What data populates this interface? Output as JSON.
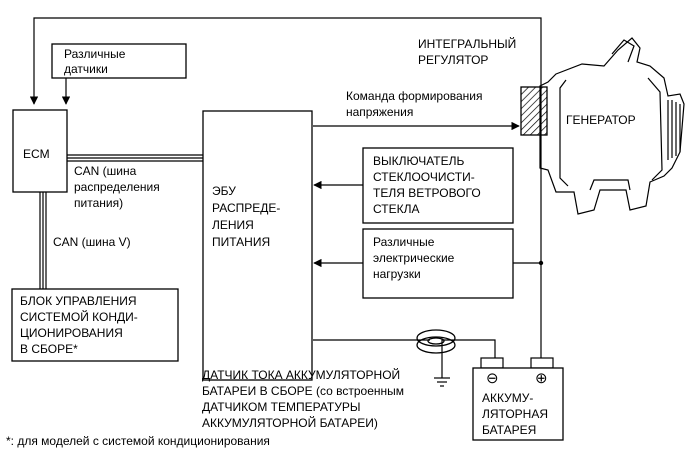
{
  "sensors_box": {
    "lines": [
      "Различные",
      "датчики"
    ]
  },
  "ecm_box": {
    "lines": [
      "ECM"
    ]
  },
  "power_ecu_box": {
    "lines": [
      "ЭБУ",
      "РАСПРЕДЕ-",
      "ЛЕНИЯ",
      "ПИТАНИЯ"
    ]
  },
  "can_power_label": {
    "lines": [
      "CAN (шина",
      "распределения",
      "питания)"
    ]
  },
  "can_v_label": {
    "lines": [
      "CAN (шина V)"
    ]
  },
  "ac_box": {
    "lines": [
      "БЛОК УПРАВЛЕНИЯ",
      "СИСТЕМОЙ КОНДИ-",
      "ЦИОНИРОВАНИЯ",
      "В СБОРЕ*"
    ]
  },
  "regulator_label": {
    "lines": [
      "ИНТЕГРАЛЬНЫЙ",
      "РЕГУЛЯТОР"
    ]
  },
  "voltage_command_label": {
    "lines": [
      "Команда формирования",
      "напряжения"
    ]
  },
  "generator_label": {
    "lines": [
      "ГЕНЕРАТОР"
    ]
  },
  "wiper_box": {
    "lines": [
      "ВЫКЛЮЧАТЕЛЬ",
      "СТЕКЛООЧИСТИ-",
      "ТЕЛЯ ВЕТРОВОГО",
      "СТЕКЛА"
    ]
  },
  "loads_box": {
    "lines": [
      "Различные",
      "электрические",
      "нагрузки"
    ]
  },
  "current_sensor_label": {
    "lines": [
      "ДАТЧИК ТОКА АККУМУЛЯТОРНОЙ",
      "БАТАРЕИ В СБОРЕ (со встроенным",
      "ДАТЧИКОМ ТЕМПЕРАТУРЫ",
      "АККУМУЛЯТОРНОЙ БАТАРЕИ)"
    ]
  },
  "battery_box": {
    "lines": [
      "АККУМУ-",
      "ЛЯТОРНАЯ",
      "БАТАРЕЯ"
    ]
  },
  "battery_terminals": {
    "minus": "⊖",
    "plus": "⊕"
  },
  "footnote": {
    "lines": [
      "*: для моделей с системой кондиционирования"
    ]
  }
}
